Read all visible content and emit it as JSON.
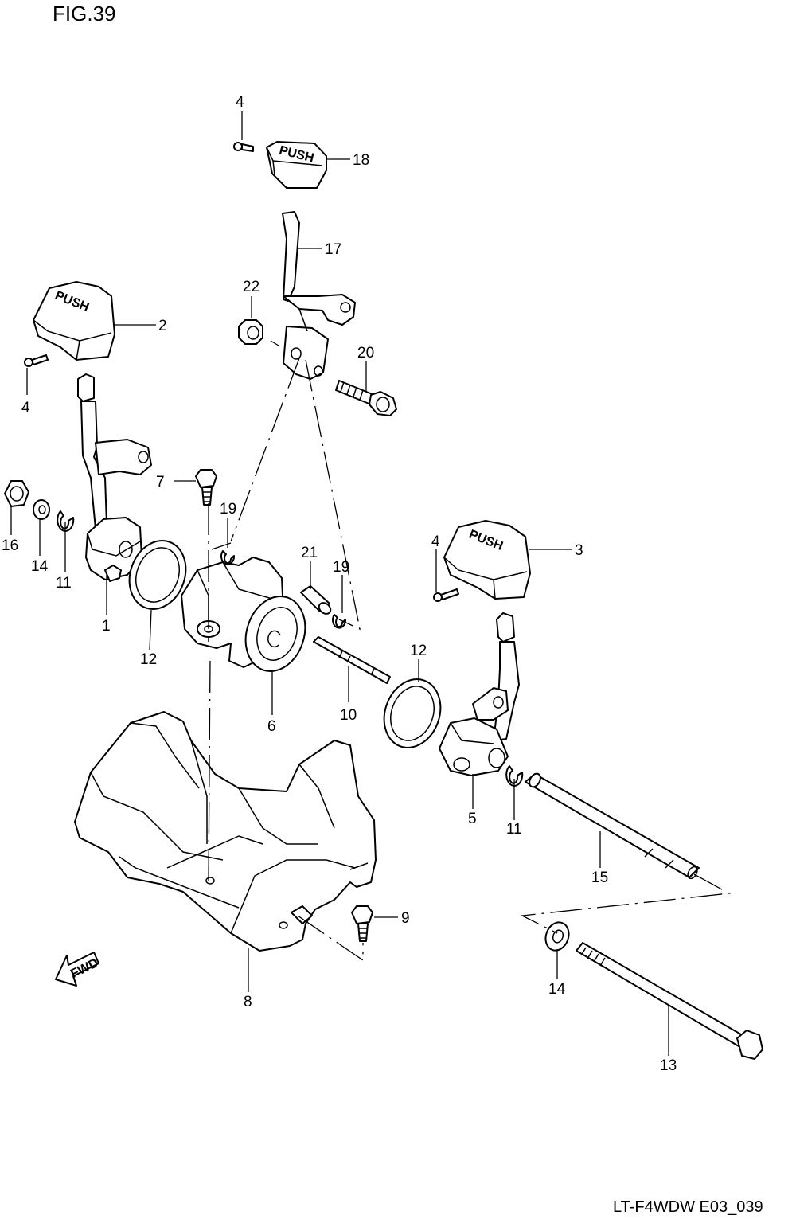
{
  "figure": {
    "title": "FIG.39",
    "code": "LT-F4WDW E03_039"
  },
  "knobs": {
    "push": "PUSH",
    "push_short": "PUSH"
  },
  "fwd_arrow": {
    "text": "FWD"
  },
  "callouts": {
    "c1": "1",
    "c2": "2",
    "c3": "3",
    "c4a": "4",
    "c4b": "4",
    "c4c": "4",
    "c5": "5",
    "c6": "6",
    "c7": "7",
    "c8": "8",
    "c9": "9",
    "c10": "10",
    "c11a": "11",
    "c11b": "11",
    "c12a": "12",
    "c12b": "12",
    "c13": "13",
    "c14a": "14",
    "c14b": "14",
    "c15": "15",
    "c16": "16",
    "c17": "17",
    "c18": "18",
    "c19a": "19",
    "c19b": "19",
    "c20": "20",
    "c21": "21",
    "c22": "22"
  }
}
